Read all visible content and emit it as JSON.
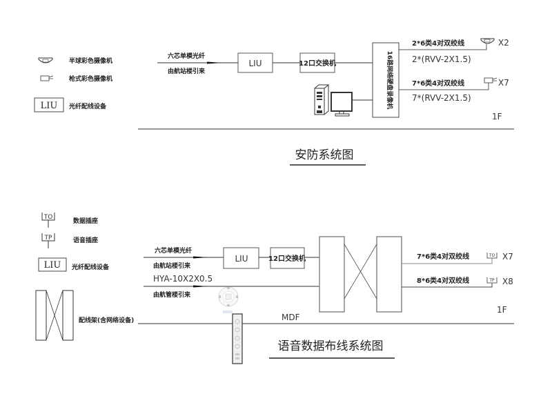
{
  "security": {
    "legend": {
      "dome_camera": "半球彩色摄像机",
      "bullet_camera": "枪式彩色摄像机",
      "liu_symbol": "LIU",
      "liu_desc": "光纤配线设备"
    },
    "input": {
      "line1": "六芯单模光纤",
      "line2": "由航站楼引来"
    },
    "liu_label": "LIU",
    "switch_label": "12口交换机",
    "nvr_label": "16路网络硬盘录像机",
    "outputs": [
      {
        "cable": "2*6类4对双绞线",
        "power": "2*(RVV-2X1.5)",
        "device": "X2"
      },
      {
        "cable": "7*6类4对双绞线",
        "power": "7*(RVV-2X1.5)",
        "device": "X7"
      }
    ],
    "floor": "1F",
    "title": "安防系统图"
  },
  "datavoice": {
    "legend": {
      "to_symbol": "TO",
      "to_desc": "数据插座",
      "tp_symbol": "TP",
      "tp_desc": "语音插座",
      "liu_symbol": "LIU",
      "liu_desc": "光纤配线设备",
      "frame_desc": "配线架(含网络设备)"
    },
    "input1": {
      "line1": "六芯单模光纤",
      "line2": "由航站楼引来"
    },
    "input2": {
      "line1": "HYA-10X2X0.5",
      "line2": "由航管楼引来"
    },
    "liu_label": "LIU",
    "switch_label": "12口交换机",
    "outputs": [
      {
        "cable": "7*6类4对双绞线",
        "socket": "TO",
        "device": "X7"
      },
      {
        "cable": "8*6类4对双绞线",
        "socket": "TP",
        "device": "X8"
      }
    ],
    "room": "MDF",
    "floor": "1F",
    "title": "语音数据布线系统图"
  },
  "viewer": {
    "nav_wheel_icon": "navigation-wheel-icon",
    "nav_bar_icon": "navigation-bar-icon"
  }
}
